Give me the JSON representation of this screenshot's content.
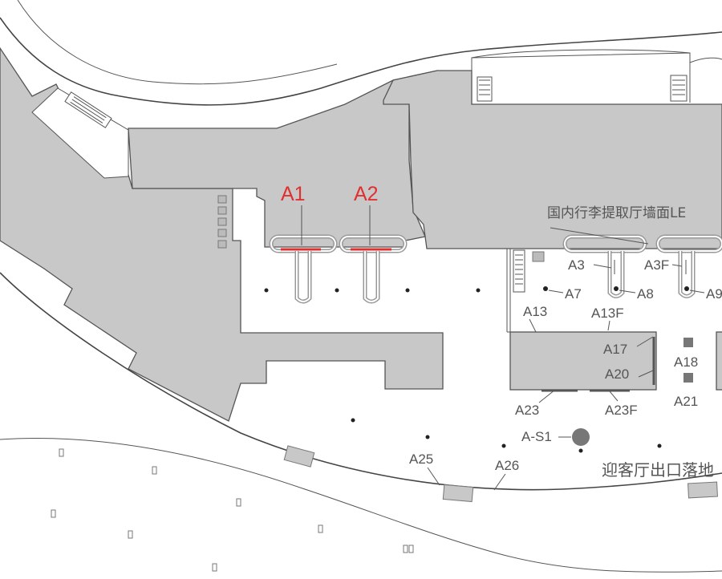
{
  "map": {
    "highlighted_stands": [
      {
        "id": "A1",
        "color": "#e03030"
      },
      {
        "id": "A2",
        "color": "#e03030"
      }
    ],
    "stand_labels": {
      "a3": "A3",
      "a3f": "A3F",
      "a7": "A7",
      "a8": "A8",
      "a9": "A9",
      "a13": "A13",
      "a13f": "A13F",
      "a17": "A17",
      "a20": "A20",
      "a18": "A18",
      "a21": "A21",
      "a23": "A23",
      "a23f": "A23F",
      "as1": "A-S1",
      "a25": "A25",
      "a26": "A26"
    },
    "area_labels": {
      "baggage_wall_led": "国内行李提取厅墙面LE",
      "arrival_hall_exit": "迎客厅出口落地"
    },
    "colors": {
      "building_fill": "#c8c8c8",
      "outline": "#444444",
      "highlight": "#e03030",
      "label": "#555555"
    }
  }
}
